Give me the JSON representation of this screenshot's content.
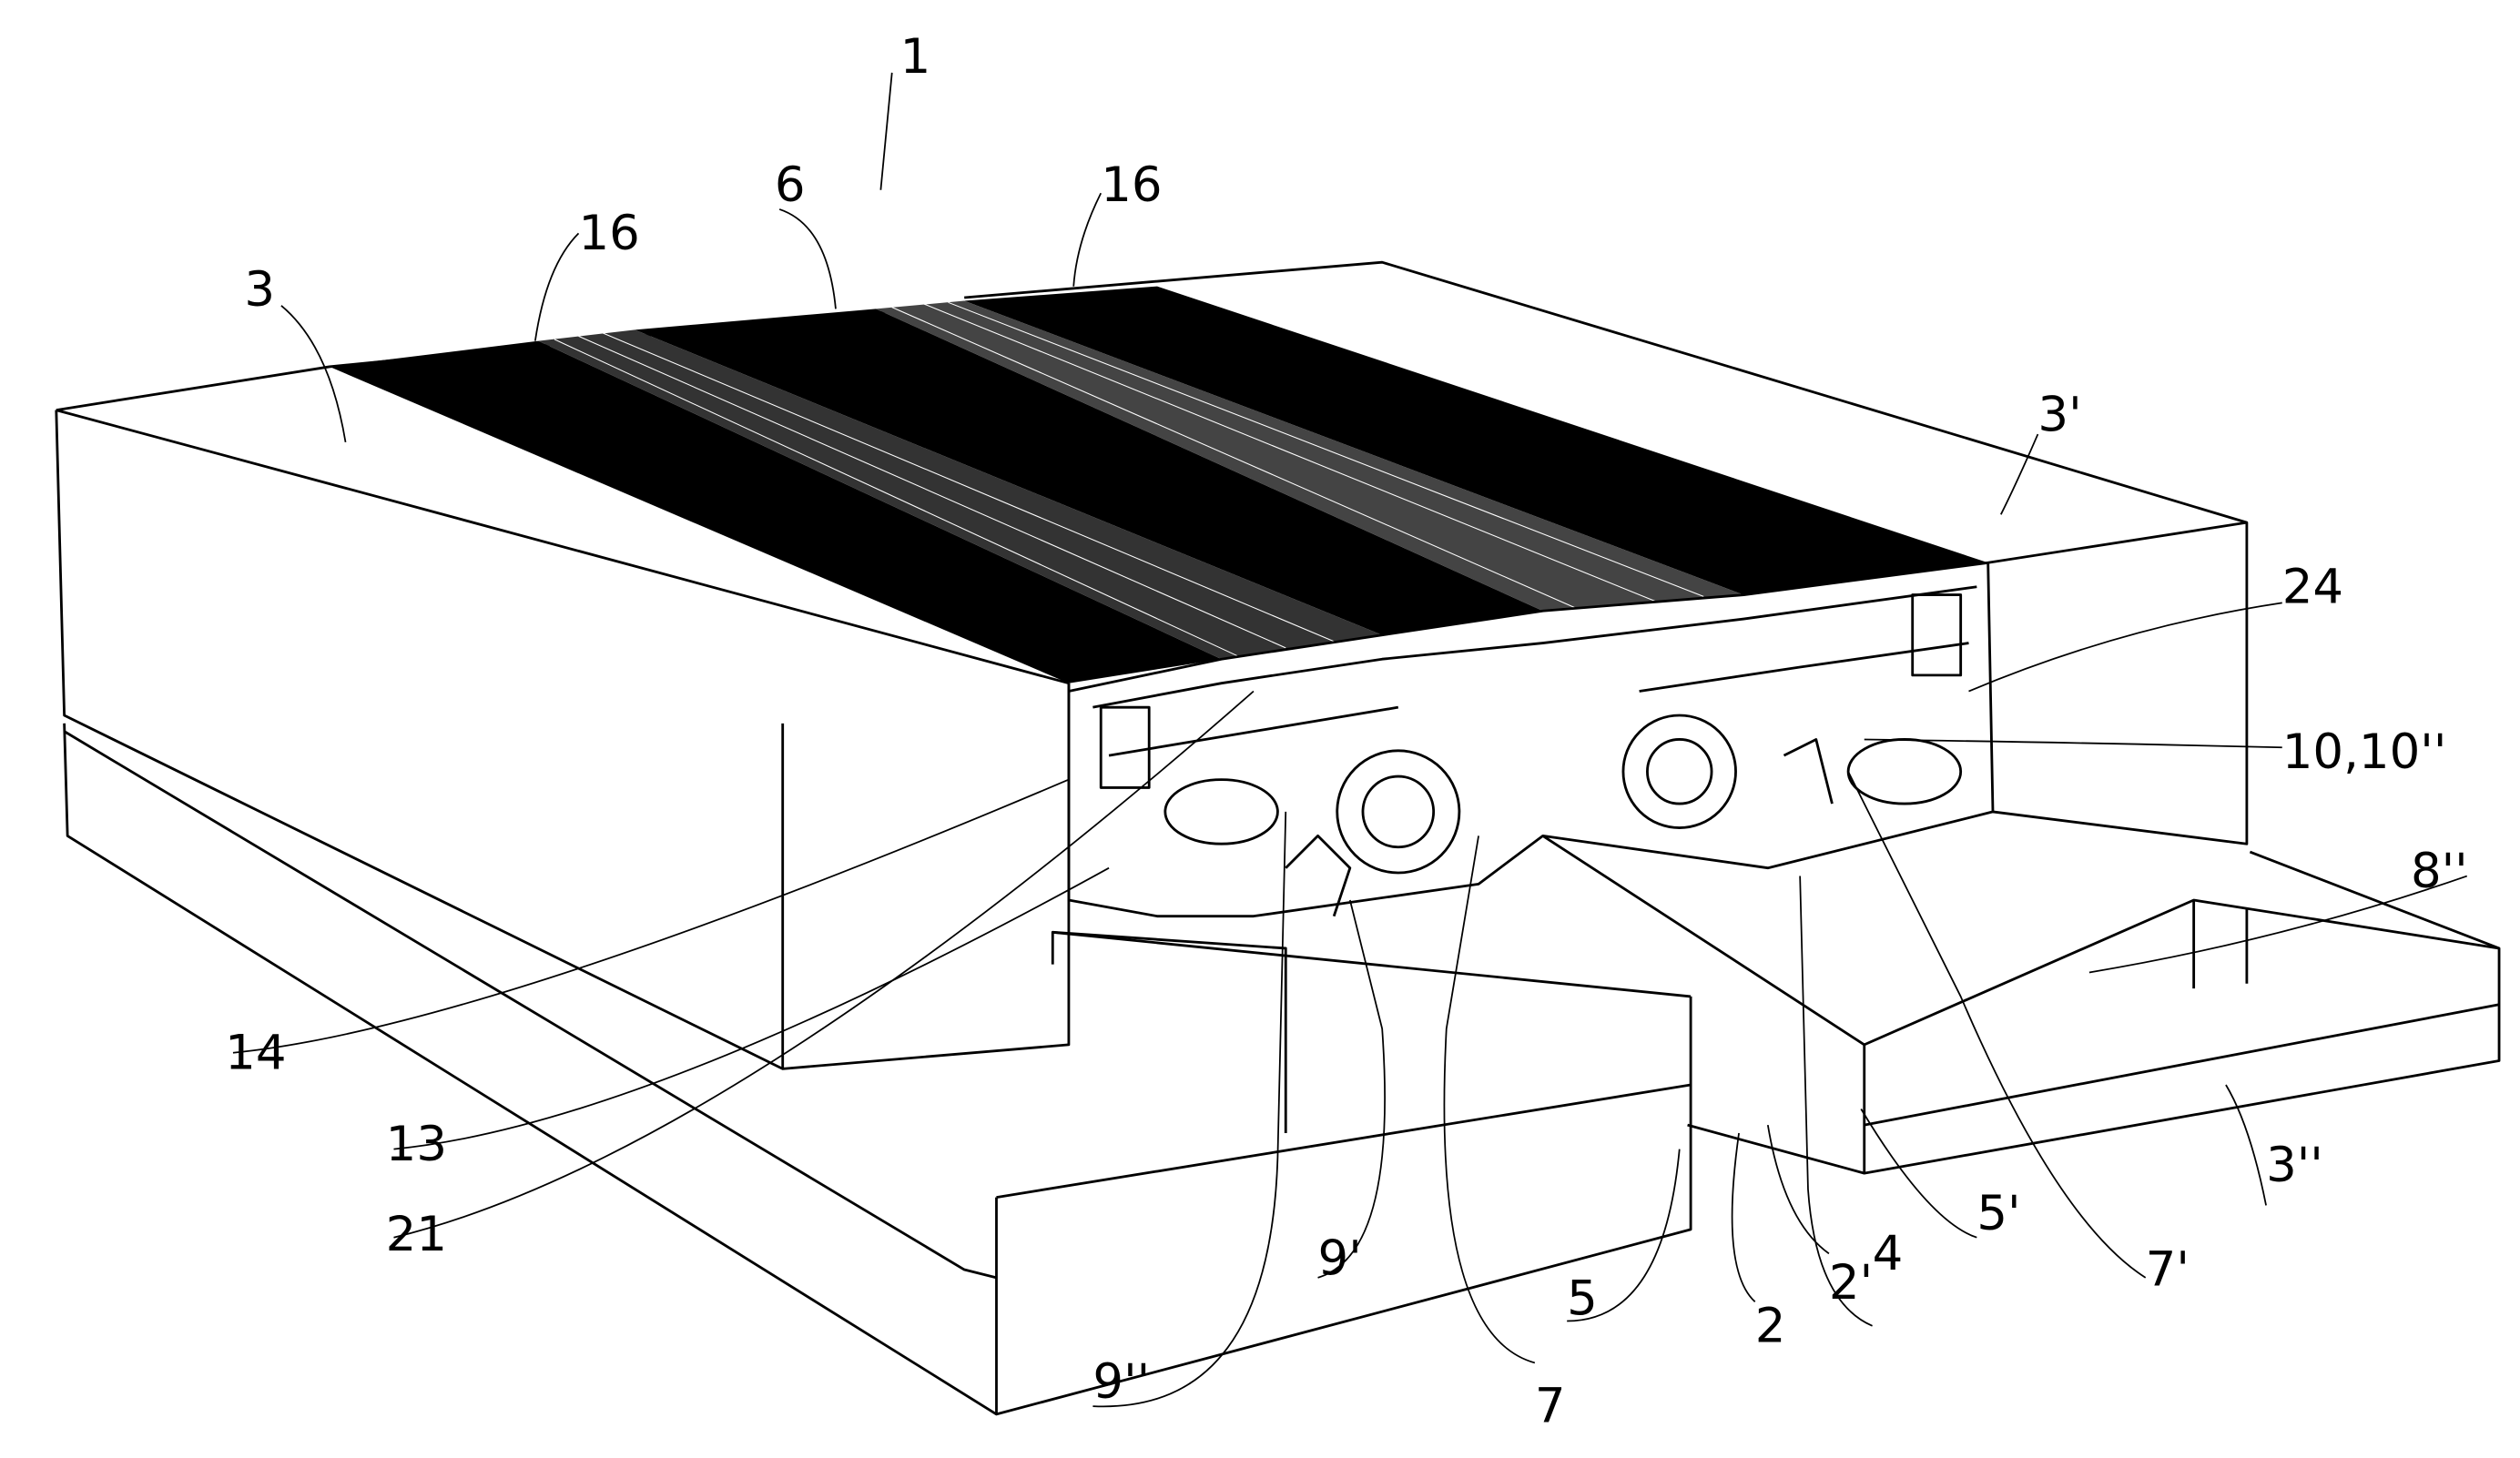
{
  "figure": {
    "labels": {
      "l1": "1",
      "l16a": "16",
      "l6": "6",
      "l16b": "16",
      "l3": "3",
      "l3p": "3'",
      "l24": "24",
      "l10": "10,10''",
      "l8pp": "8''",
      "l14": "14",
      "l13": "13",
      "l21": "21",
      "l9pp": "9''",
      "l9p": "9'",
      "l7": "7",
      "l5": "5",
      "l2": "2",
      "l2p": "2'",
      "l4": "4",
      "l5p": "5'",
      "l7p": "7'",
      "l3pp": "3''"
    },
    "colors": {
      "ink": "#000000",
      "paper": "#ffffff"
    }
  }
}
